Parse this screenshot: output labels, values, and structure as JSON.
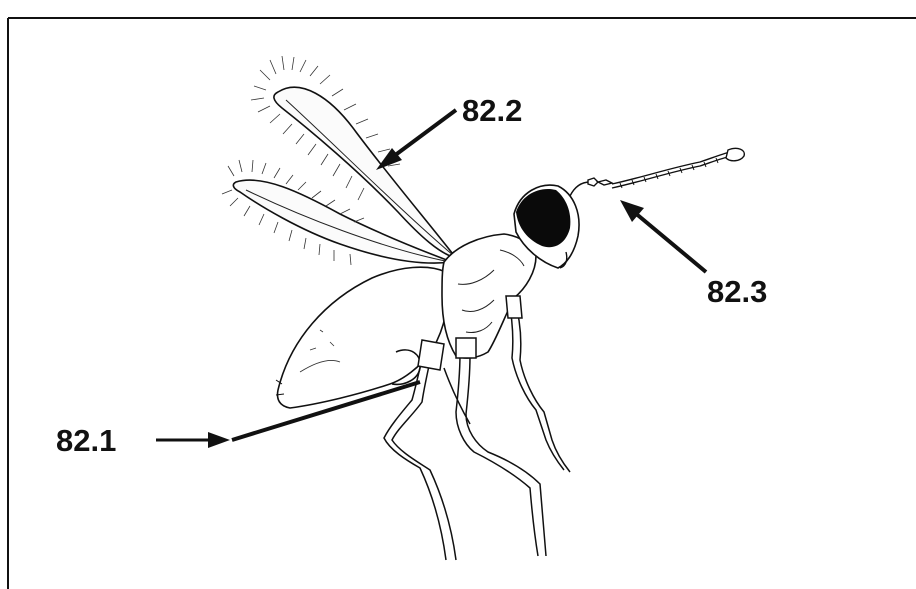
{
  "figure": {
    "callouts": [
      {
        "id": "82.1",
        "label": "82.1",
        "part": "abdomen"
      },
      {
        "id": "82.2",
        "label": "82.2",
        "part": "wing"
      },
      {
        "id": "82.3",
        "label": "82.3",
        "part": "antenna"
      }
    ],
    "colors": {
      "ink": "#111111",
      "eye": "#0a0a0a",
      "background": "#ffffff"
    },
    "icons": [
      "insect-illustration"
    ]
  }
}
